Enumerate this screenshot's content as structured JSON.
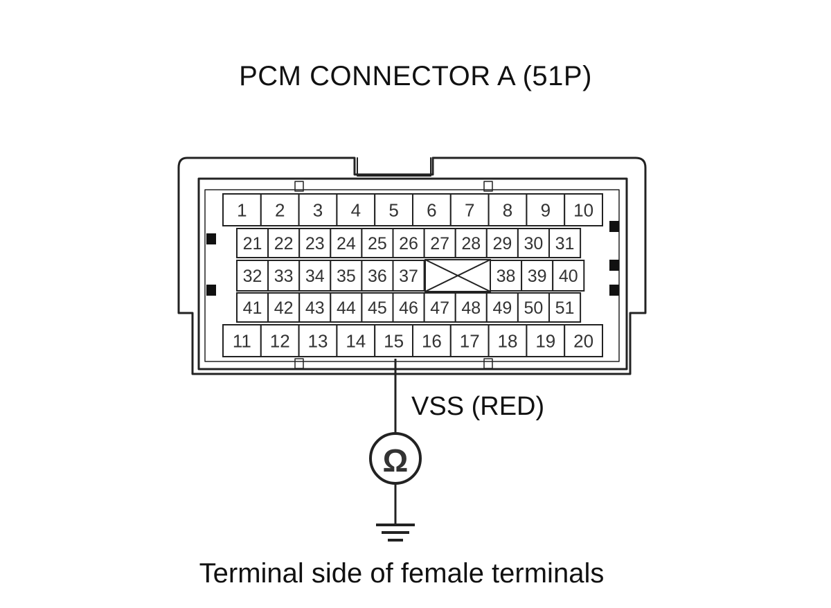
{
  "diagram": {
    "title": "PCM CONNECTOR A (51P)",
    "caption": "Terminal side of female terminals",
    "wire_label": "VSS (RED)",
    "probe_terminal": "15",
    "meter_symbol": "Ω",
    "meter": "ohmmeter-icon",
    "ground": "ground-icon",
    "rows": [
      {
        "name": "top",
        "terminals": [
          "1",
          "2",
          "3",
          "4",
          "5",
          "6",
          "7",
          "8",
          "9",
          "10"
        ]
      },
      {
        "name": "upper",
        "terminals": [
          "21",
          "22",
          "23",
          "24",
          "25",
          "26",
          "27",
          "28",
          "29",
          "30",
          "31"
        ]
      },
      {
        "name": "middle",
        "left": [
          "32",
          "33",
          "34",
          "35",
          "36",
          "37"
        ],
        "right": [
          "38",
          "39",
          "40"
        ]
      },
      {
        "name": "lower",
        "terminals": [
          "41",
          "42",
          "43",
          "44",
          "45",
          "46",
          "47",
          "48",
          "49",
          "50",
          "51"
        ]
      },
      {
        "name": "bottom",
        "terminals": [
          "11",
          "12",
          "13",
          "14",
          "15",
          "16",
          "17",
          "18",
          "19",
          "20"
        ]
      }
    ]
  }
}
